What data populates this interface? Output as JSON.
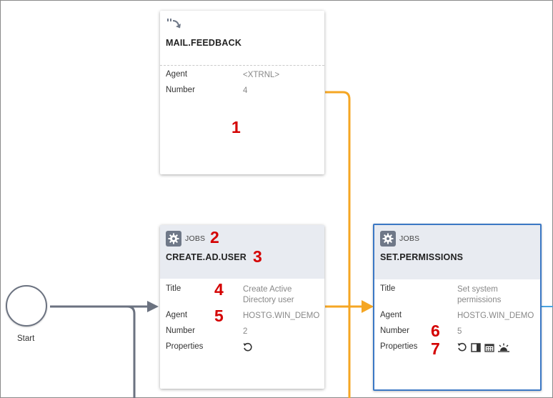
{
  "colors": {
    "wire_gray": "#6b7280",
    "wire_orange": "#f5a623",
    "wire_blue": "#4aa3e0",
    "selected_border": "#3b78c4",
    "annotation_red": "#d40000"
  },
  "start": {
    "label": "Start"
  },
  "cards": {
    "mail": {
      "icon": "external-task-icon",
      "title": "MAIL.FEEDBACK",
      "agent_key": "Agent",
      "agent_val": "<XTRNL>",
      "number_key": "Number",
      "number_val": "4"
    },
    "create": {
      "icon": "gear-icon",
      "type": "JOBS",
      "title": "CREATE.AD.USER",
      "title_key": "Title",
      "title_val": "Create Active Directory user",
      "agent_key": "Agent",
      "agent_val": "HOSTG.WIN_DEMO",
      "number_key": "Number",
      "number_val": "2",
      "properties_key": "Properties",
      "property_icons": [
        "restart-icon"
      ]
    },
    "set": {
      "icon": "gear-icon",
      "type": "JOBS",
      "title": "SET.PERMISSIONS",
      "title_key": "Title",
      "title_val": "Set system permissions",
      "agent_key": "Agent",
      "agent_val": "HOSTG.WIN_DEMO",
      "number_key": "Number",
      "number_val": "5",
      "properties_key": "Properties",
      "property_icons": [
        "restart-icon",
        "panel-icon",
        "calendar-icon",
        "sunrise-icon"
      ]
    }
  },
  "annotations": [
    "1",
    "2",
    "3",
    "4",
    "5",
    "6",
    "7"
  ]
}
